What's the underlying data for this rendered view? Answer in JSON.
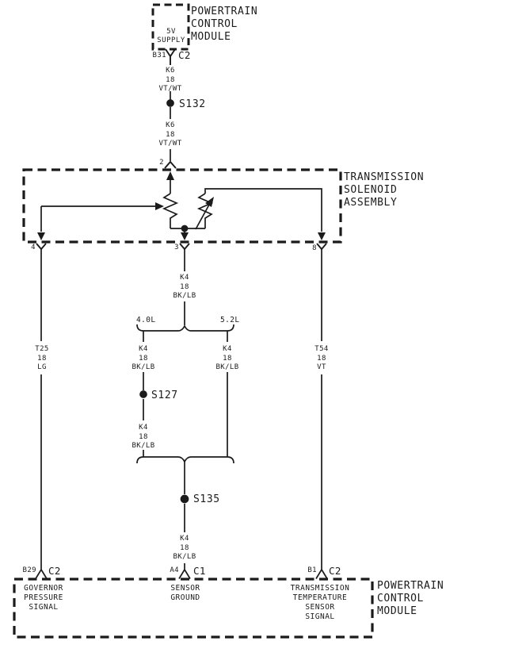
{
  "modules": {
    "pcm_top": {
      "title": [
        "POWERTRAIN",
        "CONTROL",
        "MODULE"
      ],
      "terminal": {
        "function": [
          "5V",
          "SUPPLY"
        ],
        "pin": "B31",
        "connector": "C2"
      }
    },
    "solenoid_assembly": {
      "title": [
        "TRANSMISSION",
        "SOLENOID",
        "ASSEMBLY"
      ],
      "pin_top": "2",
      "pin_left": "4",
      "pin_center": "3",
      "pin_right": "8"
    },
    "pcm_bottom": {
      "title": [
        "POWERTRAIN",
        "CONTROL",
        "MODULE"
      ],
      "left_terminal": {
        "pin": "B29",
        "connector": "C2",
        "function": [
          "GOVERNOR",
          "PRESSURE",
          "SIGNAL"
        ]
      },
      "center_terminal": {
        "pin": "A4",
        "connector": "C1",
        "function": [
          "SENSOR",
          "GROUND"
        ]
      },
      "right_terminal": {
        "pin": "B1",
        "connector": "C2",
        "function": [
          "TRANSMISSION",
          "TEMPERATURE",
          "SENSOR",
          "SIGNAL"
        ]
      }
    }
  },
  "wires": {
    "k6_upper": [
      "K6",
      "18",
      "VT/WT"
    ],
    "k6_lower": [
      "K6",
      "18",
      "VT/WT"
    ],
    "k4_center": [
      "K4",
      "18",
      "BK/LB"
    ],
    "k4_branch_left_upper": [
      "K4",
      "18",
      "BK/LB"
    ],
    "k4_branch_left_lower": [
      "K4",
      "18",
      "BK/LB"
    ],
    "k4_branch_right": [
      "K4",
      "18",
      "BK/LB"
    ],
    "k4_lower": [
      "K4",
      "18",
      "BK/LB"
    ],
    "t25": [
      "T25",
      "18",
      "LG"
    ],
    "t54": [
      "T54",
      "18",
      "VT"
    ]
  },
  "splices": {
    "s132": "S132",
    "s127": "S127",
    "s135": "S135"
  },
  "engine_variants": {
    "left": "4.0L",
    "right": "5.2L"
  },
  "colors": {
    "ink": "#1b1b1b",
    "background": "#ffffff"
  }
}
